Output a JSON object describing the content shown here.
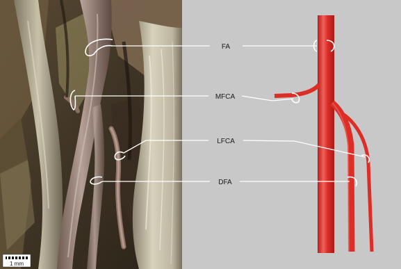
{
  "figure": {
    "labels": {
      "fa": "FA",
      "mfca": "MFCA",
      "lfca": "LFCA",
      "dfa": "DFA"
    },
    "scale_bar": "1 mm",
    "colors": {
      "artery": "#dc2d27",
      "artery_highlight": "#f0605a",
      "diagram_background": "#c8c8c8",
      "leader_line": "#ffffff"
    }
  }
}
